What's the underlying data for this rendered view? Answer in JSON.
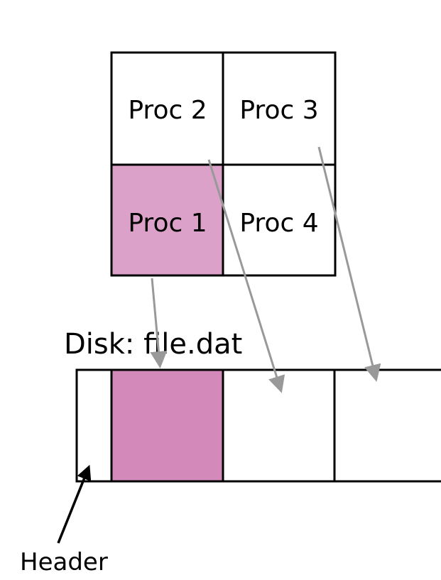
{
  "grid": {
    "cells": [
      {
        "label": "Proc 2",
        "highlighted": false
      },
      {
        "label": "Proc 3",
        "highlighted": false
      },
      {
        "label": "Proc 1",
        "highlighted": true
      },
      {
        "label": "Proc 4",
        "highlighted": false
      }
    ]
  },
  "disk": {
    "title": "Disk: file.dat"
  },
  "header_label": "Header",
  "colors": {
    "highlight_grid": "#dba1c9",
    "highlight_disk": "#d38aba",
    "arrow": "#999999",
    "outline": "#000000"
  }
}
